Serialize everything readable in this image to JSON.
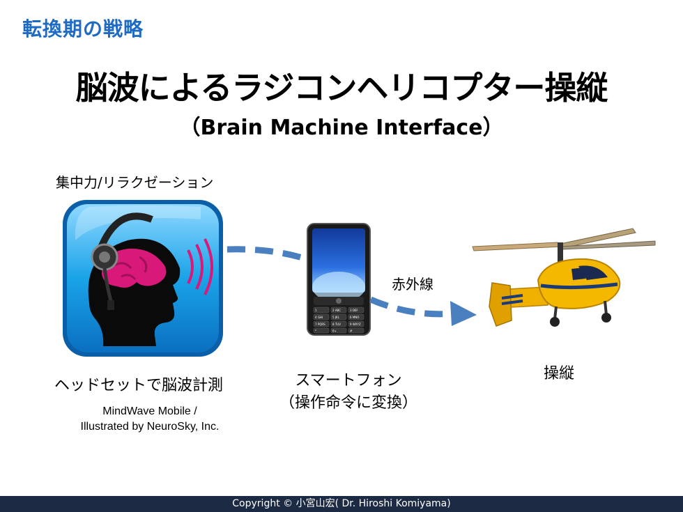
{
  "section_title": "転換期の戦略",
  "main_title": "脳波によるラジコンヘリコプター操縦",
  "subtitle": "（Brain Machine Interface）",
  "labels": {
    "concentration": "集中力/リラクゼーション",
    "headset": "ヘッドセットで脳波計測",
    "smartphone_line1": "スマートフォン",
    "smartphone_line2": "（操作命令に変換）",
    "infrared": "赤外線",
    "control": "操縦"
  },
  "credit": {
    "line1": "MindWave Mobile /",
    "line2": "Illustrated  by NeuroSky, Inc."
  },
  "phone_keys": [
    "1",
    "2 ABC",
    "3 DEF",
    "4 GHI",
    "5 JKL",
    "6 MNO",
    "7 PQRS",
    "8 TUV",
    "9 WXYZ",
    "*",
    "0+",
    "#"
  ],
  "footer": "Copyright © 小宮山宏( Dr. Hiroshi Komiyama)",
  "colors": {
    "section_title": "#1f6bc4",
    "arrow": "#4a7fc0",
    "icon_blue": "#1aa3e8",
    "brain": "#d8197a",
    "helicopter": "#f5b800",
    "footer_bg": "#1c2a44"
  }
}
